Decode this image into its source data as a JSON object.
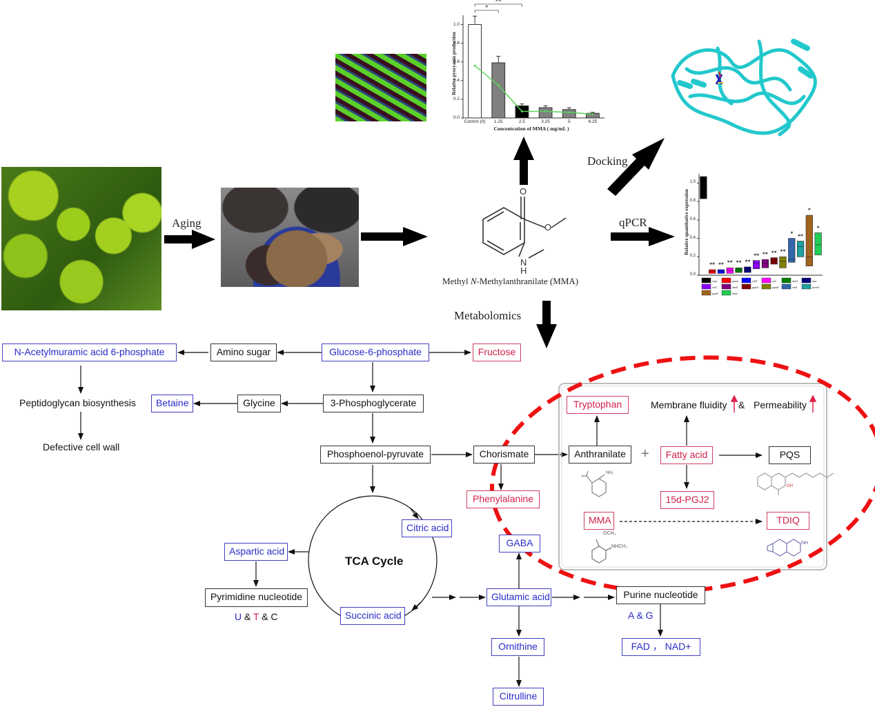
{
  "photos": {
    "citrus_fruit": "Green citrus fruits on tree",
    "aged_peel": "Aged citrus peel (Chenpi) on plate",
    "bacteria": "Green rod-shaped bacteria micrograph",
    "protein": "Protein docking structure (cyan ribbon)"
  },
  "flow_labels": {
    "aging": "Aging",
    "docking": "Docking",
    "qpcr": "qPCR",
    "metabolomics": "Metabolomics",
    "compound_name_prefix": "Methyl ",
    "compound_name_italic": "N",
    "compound_name_suffix": "-Methylanthranilate (MMA)",
    "structure_atoms": {
      "o_top": "O",
      "o_ester": "O",
      "n": "N",
      "h": "H"
    }
  },
  "chart_data": [
    {
      "type": "bar",
      "title": "",
      "xlabel": "Concentration of MMA ( mg/mL )",
      "ylabel": "Relative pyocyanin production",
      "ylim": [
        0,
        1.1
      ],
      "yticks": [
        "0.0",
        "0.2",
        "0.4",
        "0.6",
        "0.8",
        "1.0"
      ],
      "categories": [
        "Control (0)",
        "1.25",
        "2.5",
        "3.25",
        "5",
        "6.25"
      ],
      "values": [
        1.0,
        0.59,
        0.13,
        0.11,
        0.09,
        0.05
      ],
      "errors": [
        0.09,
        0.07,
        0.02,
        0.02,
        0.02,
        0.01
      ],
      "bar_colors": [
        "#ffffff",
        "#808080",
        "#000000",
        "#808080",
        "#808080",
        "#808080"
      ],
      "line_series": {
        "name": "trend",
        "color": "#5ad35a",
        "values": [
          0.56,
          0.35,
          0.07,
          0.07,
          0.06,
          0.04
        ]
      },
      "significance": [
        {
          "from": "Control (0)",
          "to": "1.25",
          "label": "*"
        },
        {
          "from": "Control (0)",
          "to": "2.5",
          "label": "**"
        }
      ]
    },
    {
      "type": "box",
      "title": "",
      "xlabel": "",
      "ylabel": "Relative quantitative expression",
      "ylim": [
        0,
        1.1
      ],
      "yticks": [
        "0.0",
        "0.2",
        "0.4",
        "0.6",
        "0.8",
        "1.0"
      ],
      "series": [
        {
          "name": "rsaL",
          "color": "#000000",
          "low": 0.83,
          "high": 1.07,
          "mid": 0.95,
          "sig": ""
        },
        {
          "name": "pqsA",
          "color": "#ff0000",
          "low": 0.02,
          "high": 0.06,
          "mid": 0.04,
          "sig": "**"
        },
        {
          "name": "rhlR",
          "color": "#0000ff",
          "low": 0.02,
          "high": 0.06,
          "mid": 0.04,
          "sig": "**"
        },
        {
          "name": "rhlI",
          "color": "#ff00ff",
          "low": 0.02,
          "high": 0.08,
          "mid": 0.05,
          "sig": "**"
        },
        {
          "name": "lasR",
          "color": "#008000",
          "low": 0.03,
          "high": 0.08,
          "mid": 0.06,
          "sig": "**"
        },
        {
          "name": "lasI",
          "color": "#000080",
          "low": 0.03,
          "high": 0.09,
          "mid": 0.06,
          "sig": "**"
        },
        {
          "name": "rhlC",
          "color": "#8b00ff",
          "low": 0.07,
          "high": 0.16,
          "mid": 0.13,
          "sig": "**"
        },
        {
          "name": "lasB",
          "color": "#800080",
          "low": 0.08,
          "high": 0.17,
          "mid": 0.13,
          "sig": "**"
        },
        {
          "name": "pqsD",
          "color": "#800000",
          "low": 0.12,
          "high": 0.19,
          "mid": 0.16,
          "sig": "**"
        },
        {
          "name": "pqsB",
          "color": "#808000",
          "low": 0.08,
          "high": 0.2,
          "mid": 0.15,
          "sig": "**"
        },
        {
          "name": "rhlA",
          "color": "#3366aa",
          "low": 0.14,
          "high": 0.4,
          "mid": 0.17,
          "sig": "*"
        },
        {
          "name": "phzM",
          "color": "#20a0a0",
          "low": 0.2,
          "high": 0.37,
          "mid": 0.31,
          "sig": "**"
        },
        {
          "name": "pqsE",
          "color": "#a0641e",
          "low": 0.1,
          "high": 0.65,
          "mid": 0.2,
          "sig": "*"
        },
        {
          "name": "lasA",
          "color": "#22cc55",
          "low": 0.22,
          "high": 0.46,
          "mid": 0.33,
          "sig": "*"
        }
      ]
    }
  ],
  "pathway": {
    "n_acetylmuramic": "N-Acetylmuramic acid 6-phosphate",
    "amino_sugar": "Amino sugar",
    "glucose6p": "Glucose-6-phosphate",
    "fructose": "Fructose",
    "peptidoglycan": "Peptidoglycan biosynthesis",
    "betaine": "Betaine",
    "glycine": "Glycine",
    "phosphoglycerate": "3-Phosphoglycerate",
    "defective_wall": "Defective cell wall",
    "pep": "Phosphoenol-pyruvate",
    "chorismate": "Chorismate",
    "phenylalanine": "Phenylalanine",
    "tca": "TCA Cycle",
    "citric": "Citric acid",
    "aspartic": "Aspartic acid",
    "pyrimidine": "Pyrimidine nucleotide",
    "pyr_u": "U",
    "pyr_amp1": " & ",
    "pyr_t": "T",
    "pyr_rest": " & C",
    "succinic": "Succinic acid",
    "gaba": "GABA",
    "glutamic": "Glutamic acid",
    "ornithine": "Ornithine",
    "citrulline": "Citrulline",
    "purine": "Purine nucleotide",
    "purine_bases": "A & G",
    "fad_nad": "FAD ， NAD+"
  },
  "qs_panel": {
    "tryptophan": "Tryptophan",
    "membrane": "Membrane fluidity",
    "amp": "&",
    "permeability": "Permeability",
    "anthranilate": "Anthranilate",
    "plus": "+",
    "fatty_acid": "Fatty acid",
    "pqs": "PQS",
    "pgj2": "15d-PGJ2",
    "mma": "MMA",
    "tdiq": "TDIQ",
    "atoms": {
      "och3": "OCH₃",
      "nhch3": "NHCH₃",
      "nh": "NH",
      "oh": "OH",
      "nh2": "NH₂"
    }
  },
  "colors": {
    "blue_metabolite": "#2a2ac8",
    "red_metabolite": "#d0204a",
    "highlight_ellipse": "#ee1111",
    "up_arrow": "#e0204a"
  }
}
